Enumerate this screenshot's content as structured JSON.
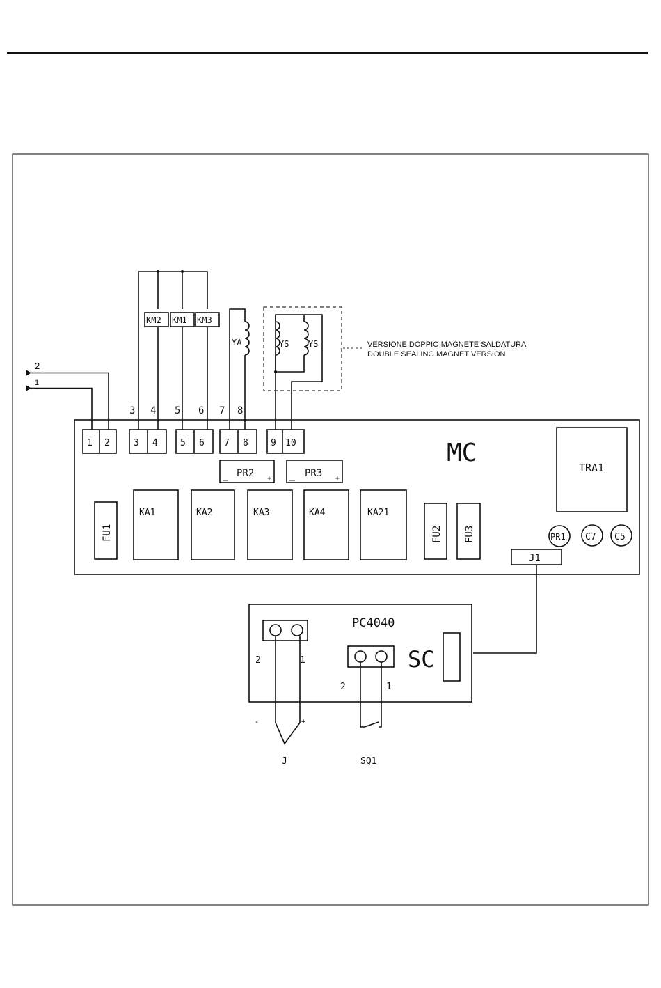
{
  "left_wires": [
    "2",
    "1"
  ],
  "terminals": [
    "1",
    "2",
    "3",
    "4",
    "5",
    "6",
    "7",
    "8",
    "9",
    "10"
  ],
  "wire_numbers": [
    "3",
    "4",
    "5",
    "6",
    "7",
    "8"
  ],
  "contactors": [
    "KM2",
    "KM1",
    "KM3"
  ],
  "coils": {
    "ya": "YA",
    "ys": "YS"
  },
  "note": {
    "line1": "VERSIONE DOPPIO MAGNETE SALDATURA",
    "line2": "DOUBLE SEALING MAGNET VERSION"
  },
  "board": {
    "name": "MC",
    "transformer": "TRA1",
    "pots": [
      "PR2",
      "PR3"
    ],
    "pot_minus": "_",
    "pot_plus": "+",
    "relays": [
      "KA1",
      "KA2",
      "KA3",
      "KA4",
      "KA21"
    ],
    "fuses": [
      "FU1",
      "FU2",
      "FU3"
    ],
    "round_components": [
      "PR1",
      "C7",
      "C5"
    ],
    "connector": "J1"
  },
  "controller": {
    "name": "PC4040",
    "sc_label": "SC",
    "thermocouple_pins": [
      "2",
      "1"
    ],
    "thermocouple_minus": "-",
    "thermocouple_plus": "+",
    "thermocouple_label": "J",
    "switch_pins": [
      "2",
      "1"
    ],
    "switch_label": "SQ1"
  }
}
